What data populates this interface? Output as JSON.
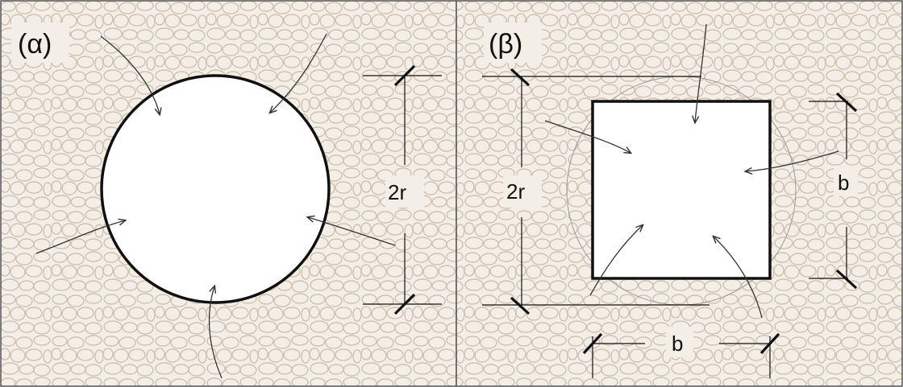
{
  "colors": {
    "soil_background": "#f3efe7",
    "pebble_stroke": "#c9bba8",
    "outline": "#111111",
    "arrow": "#333333",
    "faint_circle": "#9a9a9a"
  },
  "panel_a": {
    "label": "(α)",
    "dimension_label": "2r",
    "shape": "circle"
  },
  "panel_b": {
    "label": "(β)",
    "dimension_label_circle": "2r",
    "dimension_label_side_vertical": "b",
    "dimension_label_side_horizontal": "b",
    "shape": "square"
  }
}
